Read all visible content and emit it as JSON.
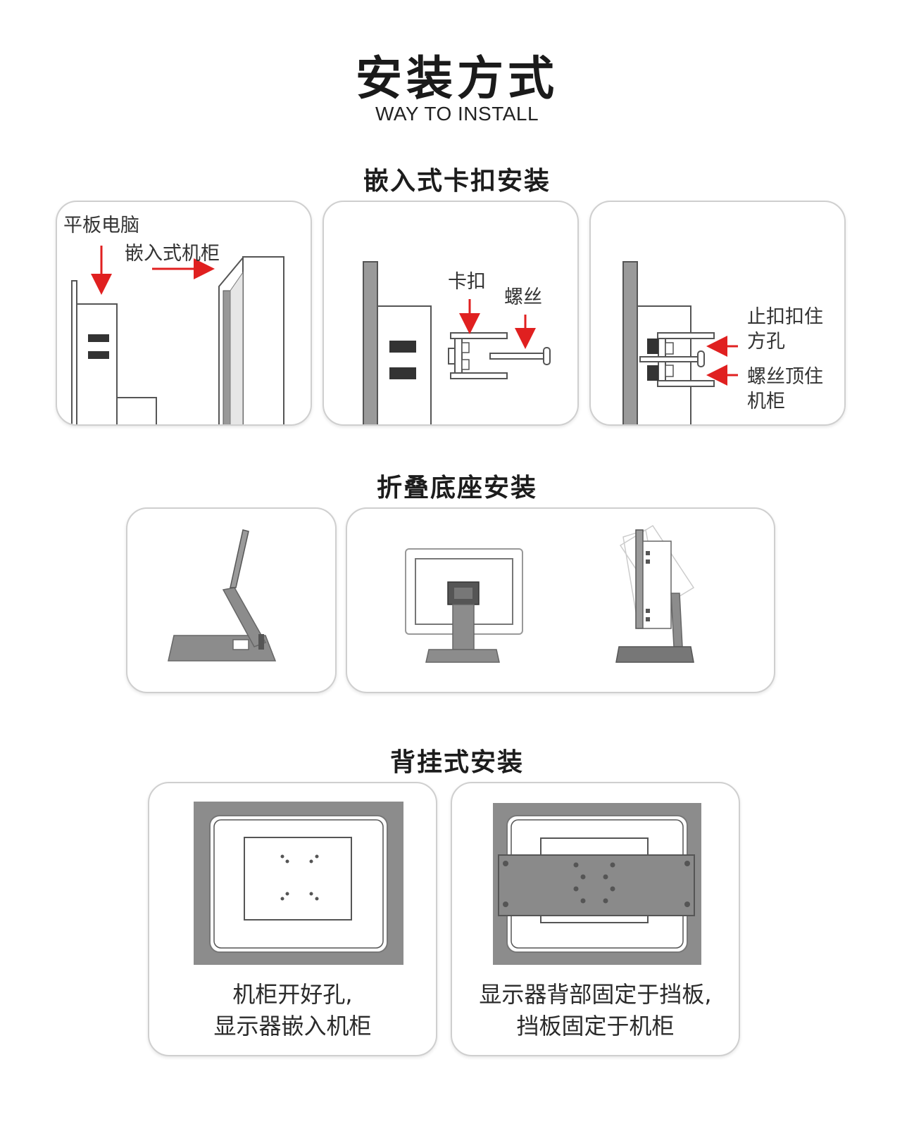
{
  "header": {
    "title": "安装方式",
    "subtitle": "WAY TO INSTALL"
  },
  "embedded": {
    "title": "嵌入式卡扣安装",
    "panel1": {
      "tablet_label": "平板电脑",
      "cabinet_label": "嵌入式机柜"
    },
    "panel2": {
      "clip_label": "卡扣",
      "screw_label": "螺丝"
    },
    "panel3": {
      "clip_hole_line1": "止扣扣住",
      "clip_hole_line2": "方孔",
      "screw_top_line1": "螺丝顶住",
      "screw_top_line2": "机柜"
    }
  },
  "folding": {
    "title": "折叠底座安装"
  },
  "wall": {
    "title": "背挂式安装",
    "card1": {
      "line1": "机柜开好孔,",
      "line2": "显示器嵌入机柜"
    },
    "card2": {
      "line1": "显示器背部固定于挡板,",
      "line2": "挡板固定于机柜"
    }
  },
  "colors": {
    "arrow": "#e02020",
    "frame": "#555555",
    "panel_fill": "#8a8a8a",
    "border": "#cfcfcf"
  }
}
